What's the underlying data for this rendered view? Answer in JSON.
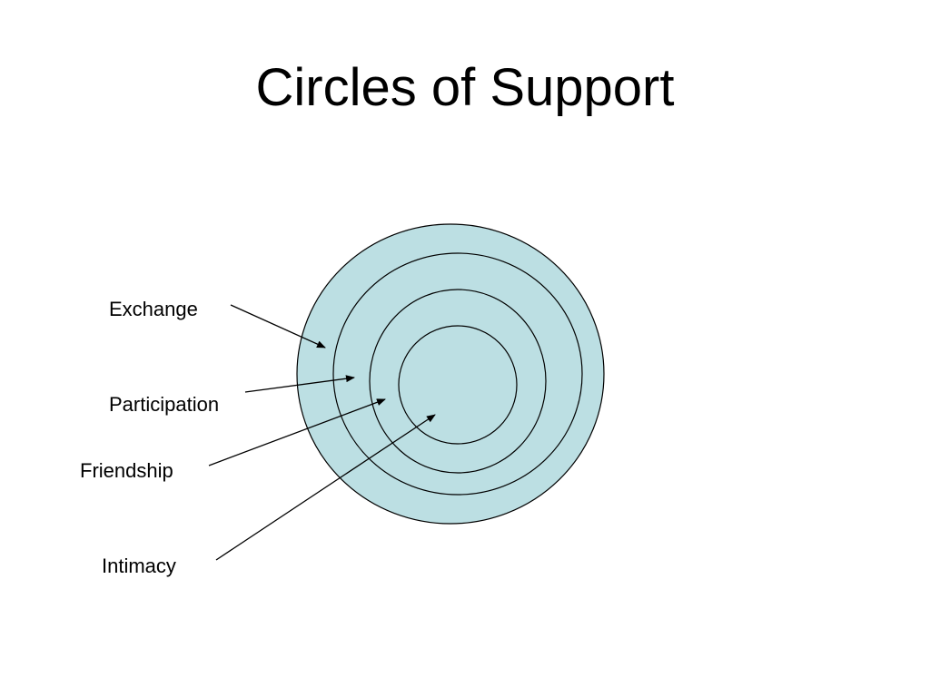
{
  "title": "Circles of Support",
  "labels": {
    "exchange": "Exchange",
    "participation": "Participation",
    "friendship": "Friendship",
    "intimacy": "Intimacy"
  },
  "colors": {
    "circle_fill": "#bcdfe3",
    "stroke": "#000000",
    "background": "#ffffff"
  }
}
